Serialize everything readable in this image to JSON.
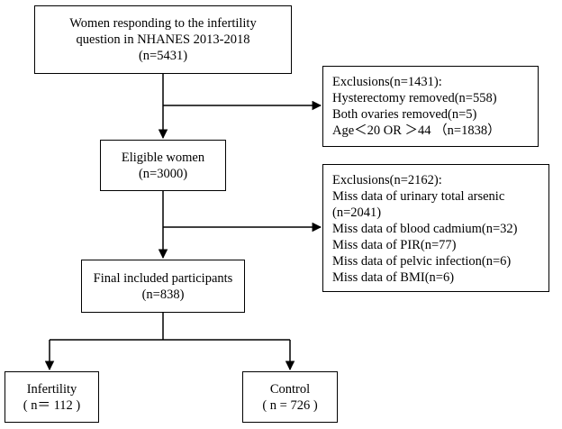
{
  "boxes": {
    "source": {
      "lines": [
        "Women responding to the infertility",
        "question in NHANES 2013-2018",
        "(n=5431)"
      ]
    },
    "exclusion1": {
      "lines": [
        "Exclusions(n=1431):",
        "Hysterectomy removed(n=558)",
        "Both ovaries removed(n=5)",
        "Age＜20 OR ＞44 （n=1838）"
      ]
    },
    "eligible": {
      "lines": [
        "Eligible women",
        "(n=3000)"
      ]
    },
    "exclusion2": {
      "lines": [
        "Exclusions(n=2162):",
        "Miss data of urinary total arsenic",
        "(n=2041)",
        "Miss data of blood cadmium(n=32)",
        "Miss data of PIR(n=77)",
        "Miss data of pelvic infection(n=6)",
        "Miss data of BMI(n=6)"
      ]
    },
    "final": {
      "lines": [
        "Final included participants",
        "(n=838)"
      ]
    },
    "infertility": {
      "lines": [
        "Infertility",
        "( n＝ 112 )"
      ]
    },
    "control": {
      "lines": [
        "Control",
        "( n = 726 )"
      ]
    }
  }
}
